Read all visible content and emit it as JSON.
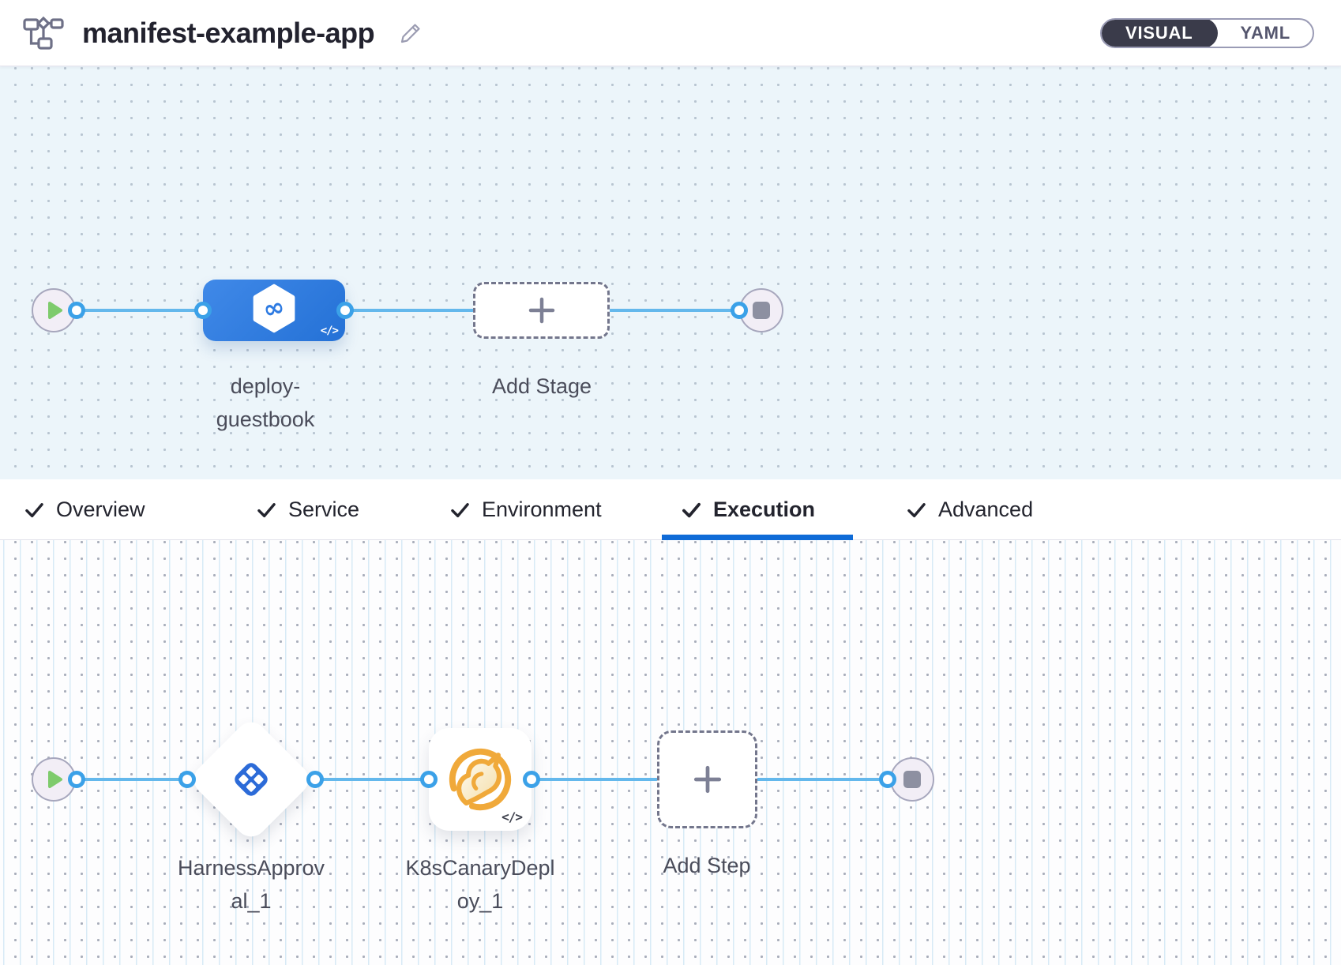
{
  "header": {
    "title": "manifest-example-app",
    "view_toggle": {
      "visual_label": "VISUAL",
      "yaml_label": "YAML",
      "selected": "VISUAL"
    }
  },
  "stage_canvas": {
    "stage": {
      "label": "deploy-guestbook",
      "type": "deployment-stage",
      "code_badge": "</>"
    },
    "add_stage_label": "Add Stage"
  },
  "tabs": {
    "items": [
      {
        "label": "Overview",
        "checked": true,
        "active": false
      },
      {
        "label": "Service",
        "checked": true,
        "active": false
      },
      {
        "label": "Environment",
        "checked": true,
        "active": false
      },
      {
        "label": "Execution",
        "checked": true,
        "active": true
      },
      {
        "label": "Advanced",
        "checked": true,
        "active": false
      }
    ]
  },
  "execution_canvas": {
    "steps": [
      {
        "label": "HarnessApproval_1",
        "type": "harness-approval"
      },
      {
        "label": "K8sCanaryDeploy_1",
        "type": "k8s-canary-deploy",
        "code_badge": "</>"
      }
    ],
    "add_step_label": "Add Step"
  },
  "colors": {
    "accent_blue": "#0f6bd7",
    "stage_node_blue": "#2f7ce0",
    "connector_blue": "#64b8ec",
    "approval_icon_blue": "#2c6bd8",
    "canary_icon_orange": "#f0a93a",
    "play_green": "#7ecb6c",
    "toggle_dark": "#3a3b4a",
    "canvas_top_bg": "#ecf5fa",
    "canvas_bottom_bg": "#fdfdfe"
  }
}
